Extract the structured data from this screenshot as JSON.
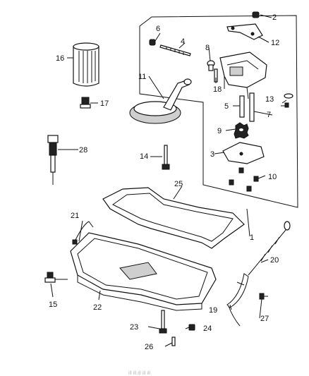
{
  "diagram": {
    "callouts": [
      "1",
      "2",
      "3",
      "4",
      "5",
      "6",
      "7",
      "8",
      "9",
      "10",
      "11",
      "12",
      "13",
      "14",
      "15",
      "16",
      "17",
      "18",
      "19",
      "20",
      "21",
      "22",
      "23",
      "24",
      "25",
      "26",
      "27",
      "28"
    ],
    "footer_text": "ill ill ill ill ill"
  }
}
